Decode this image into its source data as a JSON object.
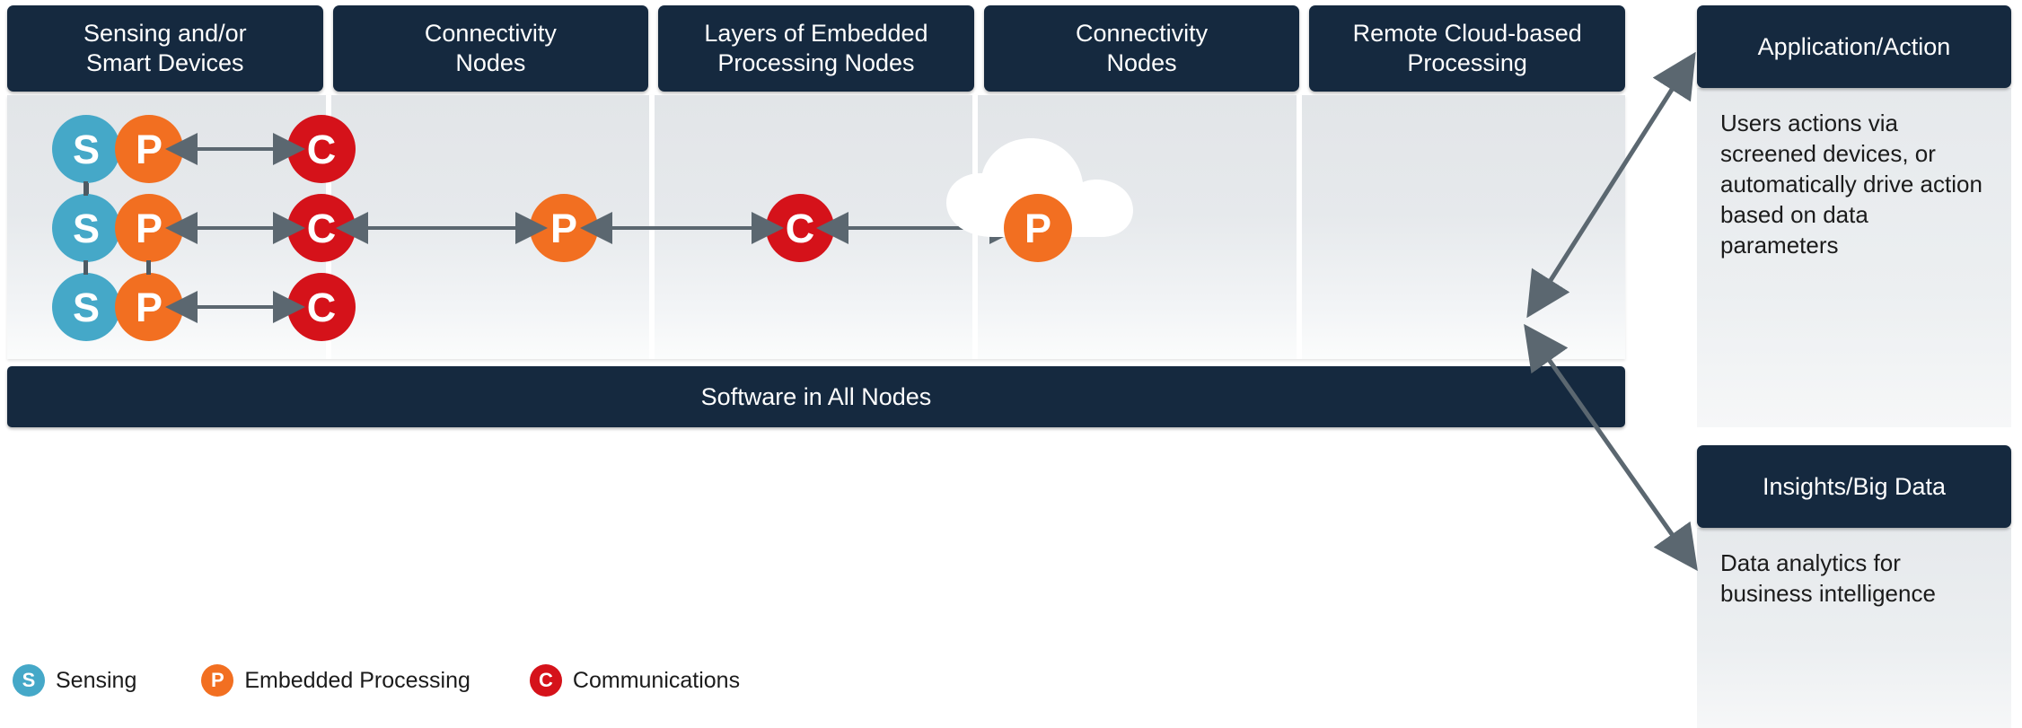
{
  "columns": [
    {
      "id": "sensing-smart-devices",
      "title": "Sensing and/or\nSmart Devices"
    },
    {
      "id": "connectivity-nodes-1",
      "title": "Connectivity\nNodes"
    },
    {
      "id": "embedded-processing",
      "title": "Layers of Embedded\nProcessing Nodes"
    },
    {
      "id": "connectivity-nodes-2",
      "title": "Connectivity\nNodes"
    },
    {
      "id": "remote-cloud",
      "title": "Remote Cloud-based\nProcessing"
    }
  ],
  "column_titles": {
    "c1_line1": "Sensing and/or",
    "c1_line2": "Smart Devices",
    "c2_line1": "Connectivity",
    "c2_line2": "Nodes",
    "c3_line1": "Layers of Embedded",
    "c3_line2": "Processing Nodes",
    "c4_line1": "Connectivity",
    "c4_line2": "Nodes",
    "c5_line1": "Remote Cloud-based",
    "c5_line2": "Processing"
  },
  "software_bar": {
    "label": "Software in All Nodes"
  },
  "nodes": {
    "s1": "S",
    "s2": "S",
    "s3": "S",
    "p1": "P",
    "p2": "P",
    "p3": "P",
    "c1": "C",
    "c2": "C",
    "c3": "C",
    "edge_p": "P",
    "cloud_c": "C",
    "cloud_p": "P"
  },
  "legend": {
    "items": [
      {
        "symbol": "S",
        "label": "Sensing",
        "color": "#45a8c8"
      },
      {
        "symbol": "P",
        "label": "Embedded Processing",
        "color": "#f26f21"
      },
      {
        "symbol": "C",
        "label": "Communications",
        "color": "#d5121a"
      }
    ]
  },
  "right_panels": [
    {
      "id": "application-action",
      "title": "Application/Action",
      "text": "Users actions via screened devices, or automatically drive action based on data parameters"
    },
    {
      "id": "insights-big-data",
      "title": "Insights/Big Data",
      "text": "Data analytics for business intelligence"
    }
  ],
  "colors": {
    "dark_navy": "#15293f",
    "sensing_blue": "#45a8c8",
    "processing_orange": "#f26f21",
    "communications_red": "#d5121a",
    "arrow_gray": "#5b6770",
    "panel_gray": "#e6e9ec",
    "cloud_white": "#ffffff"
  },
  "icons": {
    "cloud": "cloud-icon",
    "arrow_double": "double-arrow-icon",
    "arrow_diagonal_up": "diagonal-arrow-up-icon",
    "arrow_diagonal_down": "diagonal-arrow-down-icon"
  }
}
